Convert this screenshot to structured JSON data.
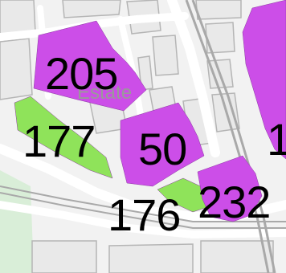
{
  "map": {
    "colors": {
      "background": "#f2f2f2",
      "building_fill": "#e9e9e9",
      "building_stroke": "#b5b5b5",
      "road": "#ffffff",
      "road_edge": "#c9c9c9",
      "railway": "#a9a9a9",
      "parcel_purple": "#cc4ee8",
      "parcel_green": "#8fe35a",
      "greenspace": "#d9eed8",
      "label_text": "#000000"
    },
    "place_labels": {
      "estate": "Estate"
    },
    "parcels": [
      {
        "id": "205",
        "label": "205",
        "color": "purple"
      },
      {
        "id": "177",
        "label": "177",
        "color": "green"
      },
      {
        "id": "50",
        "label": "50",
        "color": "purple"
      },
      {
        "id": "176",
        "label": "176",
        "color": "green"
      },
      {
        "id": "232",
        "label": "232",
        "color": "purple"
      },
      {
        "id": "1",
        "label": "1",
        "color": "purple"
      }
    ]
  }
}
